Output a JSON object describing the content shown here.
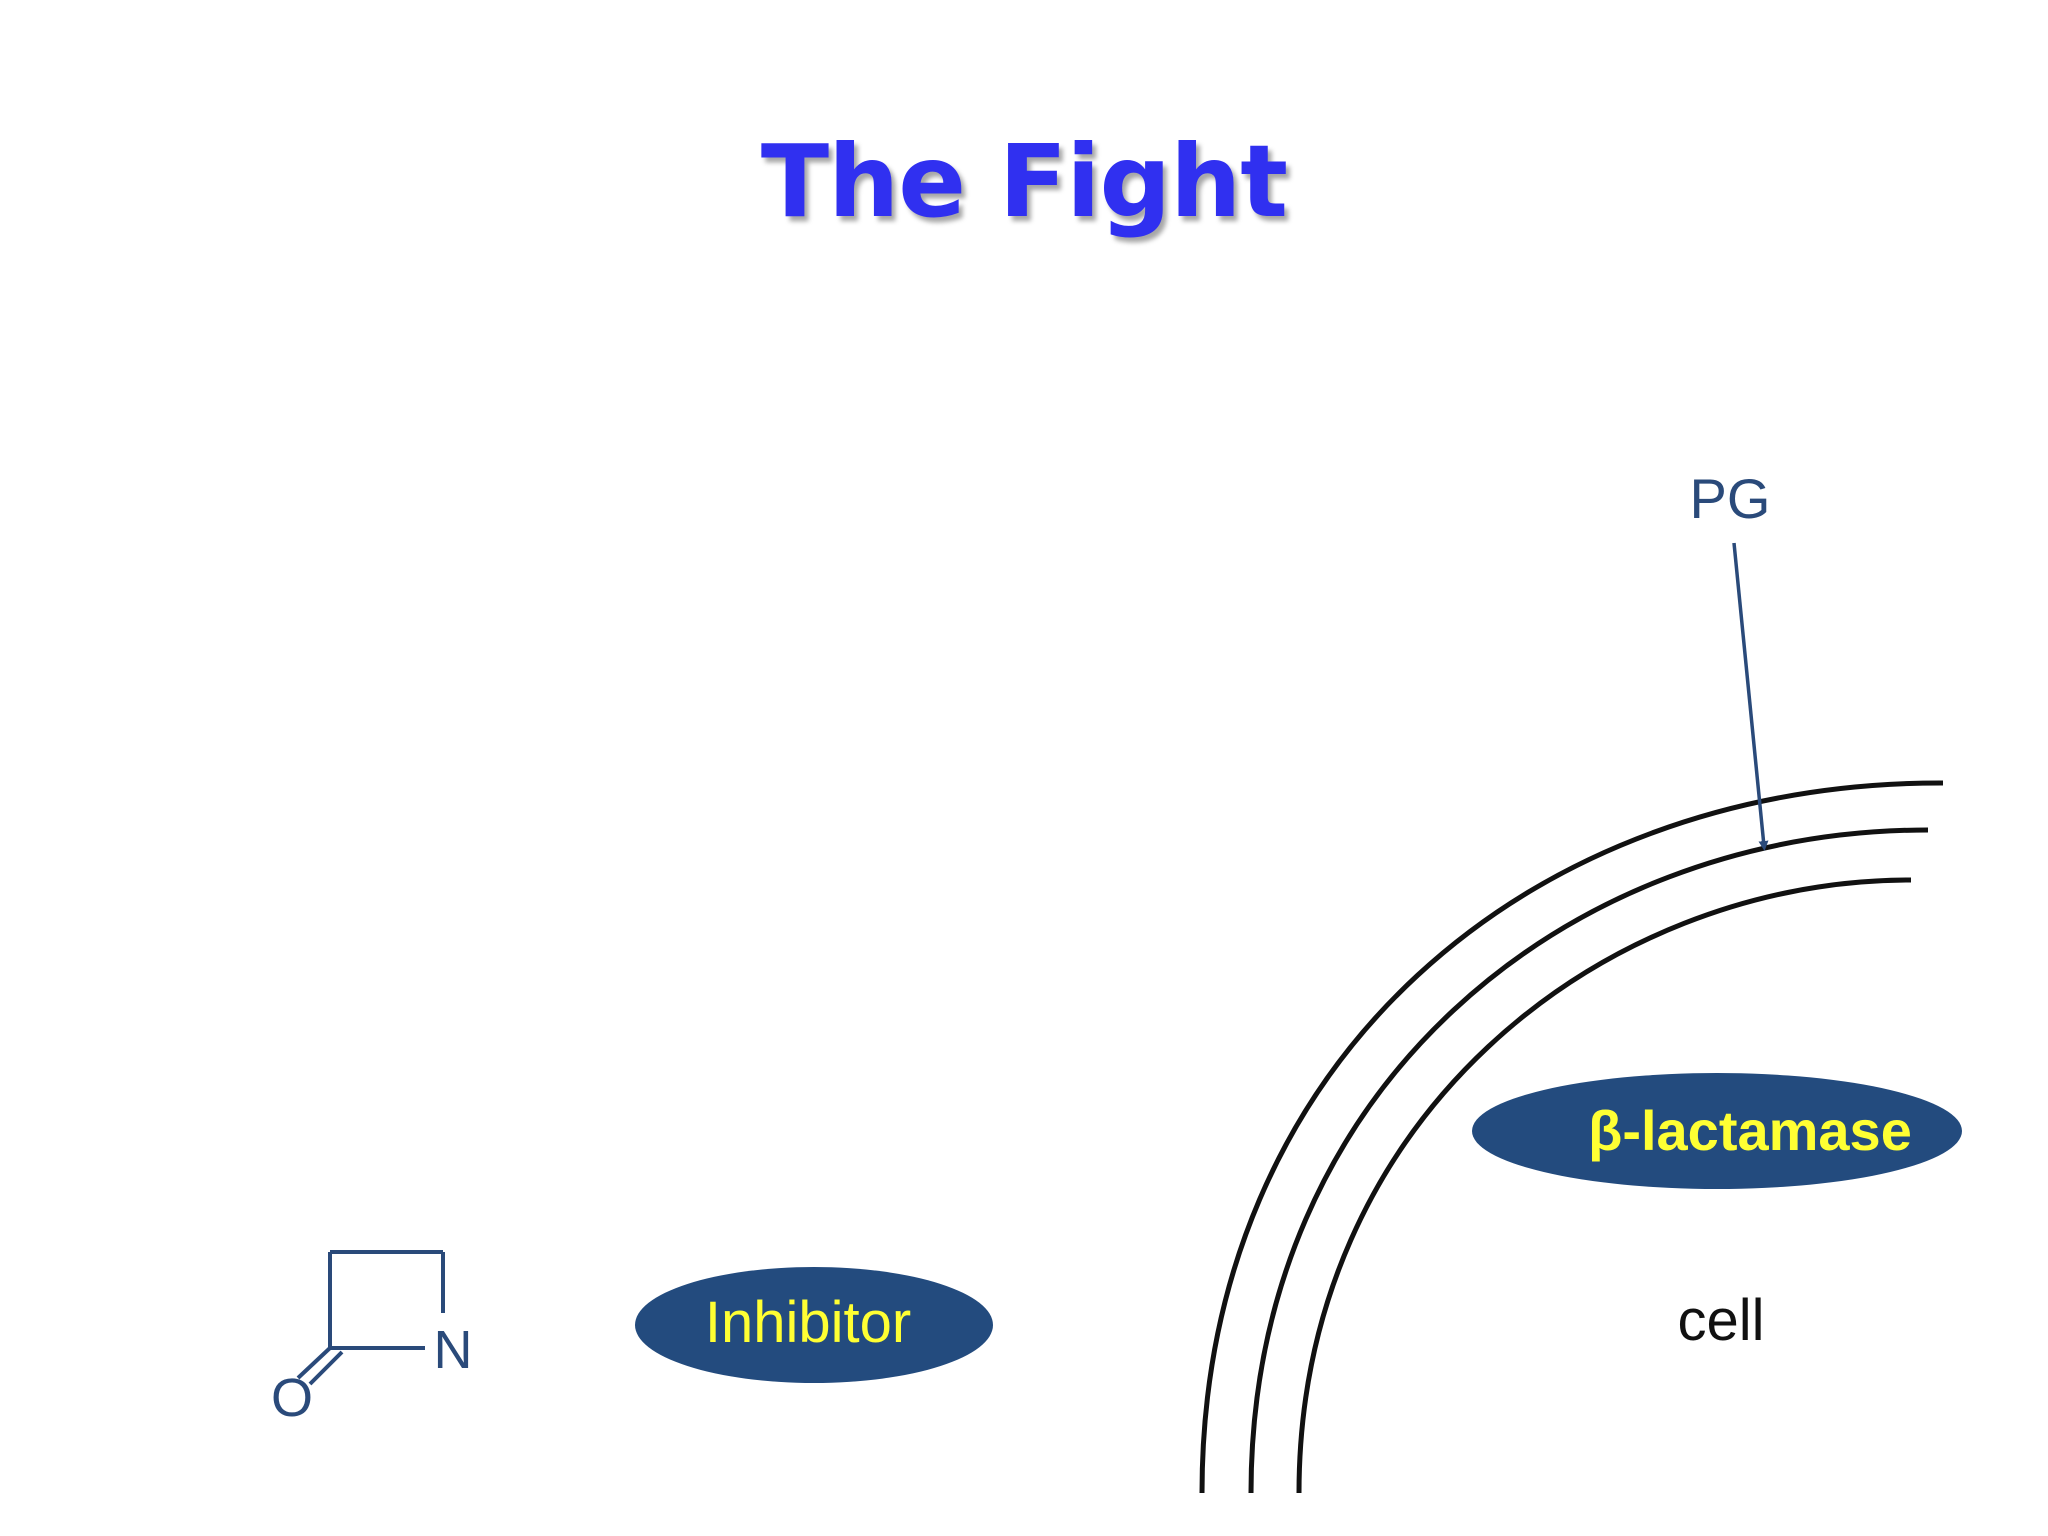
{
  "slide": {
    "title": "The Fight"
  },
  "diagram": {
    "pg_label": "PG",
    "beta_lactamase_label": "β-lactamase",
    "inhibitor_label": "Inhibitor",
    "cell_label": "cell",
    "beta_lactam_ring": {
      "oxygen_label": "O",
      "nitrogen_label": "N"
    }
  },
  "colors": {
    "title": "#3030f0",
    "ellipse_fill": "#234b7e",
    "ellipse_text": "#ffff33",
    "structure": "#2a4a7a",
    "membrane": "#111111"
  }
}
